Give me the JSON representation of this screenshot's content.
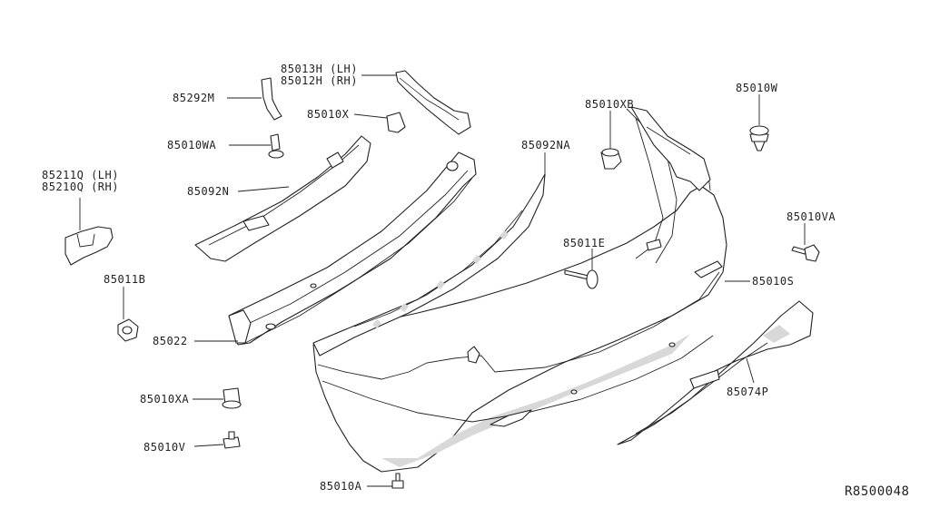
{
  "labels": {
    "p85013H": "85013H (LH)",
    "p85012H": "85012H (RH)",
    "p85292M": "85292M",
    "p85010X": "85010X",
    "p85010W": "85010W",
    "p85010XB": "85010XB",
    "p85010WA": "85010WA",
    "p85092NA": "85092NA",
    "p85211Q": "85211Q (LH)",
    "p85210Q": "85210Q (RH)",
    "p85092N": "85092N",
    "p85010VA": "85010VA",
    "p85011E": "85011E",
    "p85011B": "85011B",
    "p85010S": "85010S",
    "p85022": "85022",
    "p85074P": "85074P",
    "p85010XA": "85010XA",
    "p85010V": "85010V",
    "p85010A": "85010A"
  },
  "reference_code": "R8500048"
}
